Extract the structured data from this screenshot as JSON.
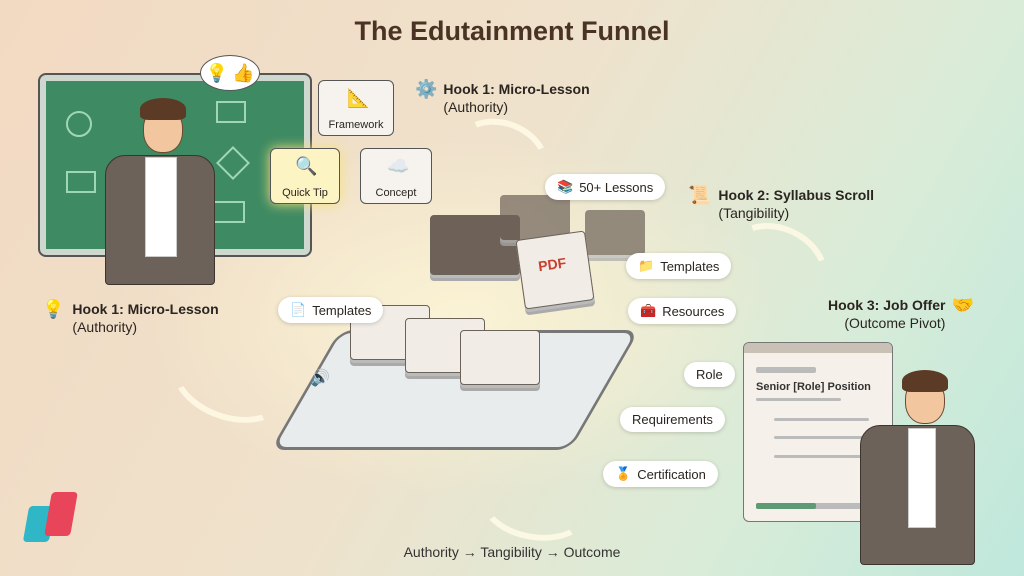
{
  "title": "The Edutainment Funnel",
  "hooks": [
    {
      "title": "Hook 1: Micro-Lesson",
      "subtitle": "(Authority)",
      "icon": "gear-icon"
    },
    {
      "title": "Hook 2: Syllabus Scroll",
      "subtitle": "(Tangibility)",
      "icon": "scroll-icon"
    },
    {
      "title": "Hook 3: Job Offer",
      "subtitle": "(Outcome Pivot)",
      "icon": "handshake-icon"
    },
    {
      "title": "Hook 1: Micro-Lesson",
      "subtitle": "(Authority)",
      "icon": "lightbulb-icon"
    }
  ],
  "concept_cards": {
    "framework": "Framework",
    "quick_tip": "Quick Tip",
    "concept": "Concept"
  },
  "pills": {
    "lessons": "50+ Lessons",
    "templates_right": "Templates",
    "resources": "Resources",
    "templates_left": "Templates",
    "certification": "Certification"
  },
  "job_offer": {
    "position": "Senior [Role] Position",
    "labels": {
      "role": "Role",
      "requirements": "Requirements"
    }
  },
  "tablet": {
    "pdf_label": "PDF"
  },
  "footer": "Authority → Tangibility → Outcome"
}
